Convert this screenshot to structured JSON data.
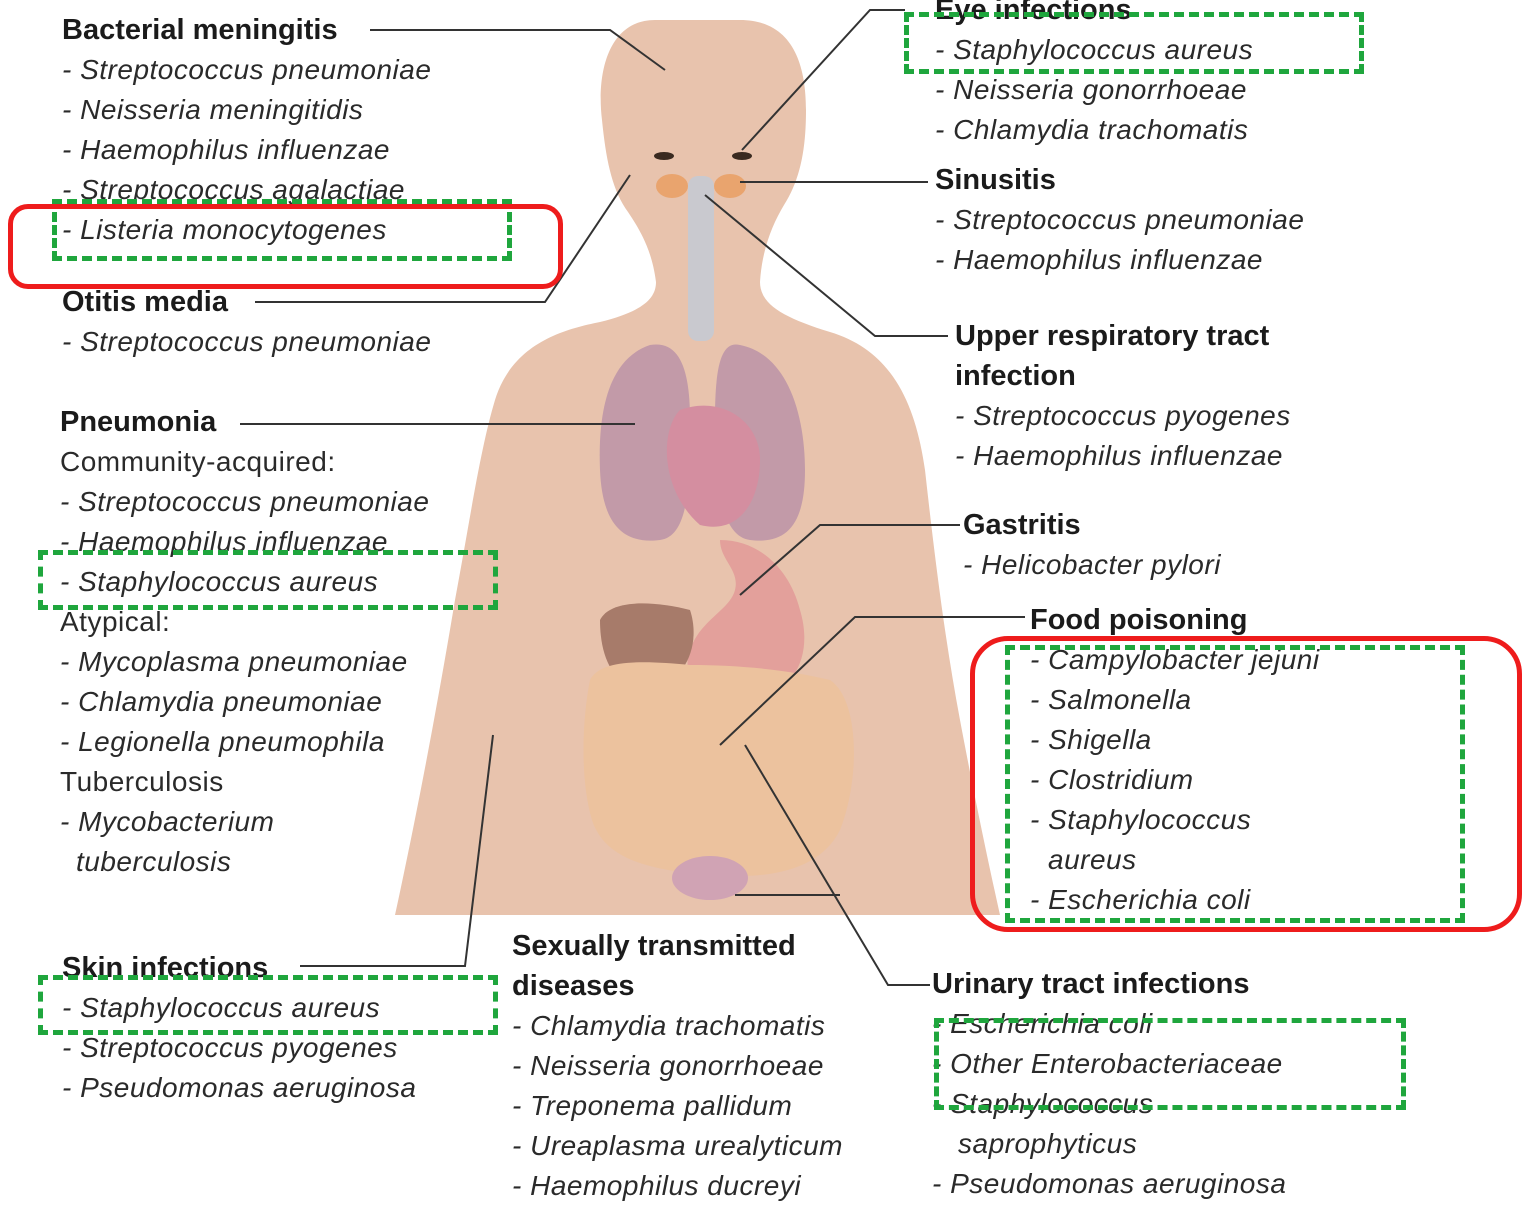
{
  "diagram": {
    "colors": {
      "skin": "#e8c3ad",
      "highlight_red": "#ee1c1c",
      "highlight_green": "#1fa63d",
      "leader": "#333333"
    },
    "infections": {
      "bacterial_meningitis": {
        "title": "Bacterial meningitis",
        "organisms": [
          "- Streptococcus pneumoniae",
          "- Neisseria meningitidis",
          "- Haemophilus influenzae",
          "- Streptococcus agalactiae",
          "- Listeria monocytogenes"
        ]
      },
      "otitis_media": {
        "title": "Otitis media",
        "organisms": [
          "- Streptococcus pneumoniae"
        ]
      },
      "pneumonia": {
        "title": "Pneumonia",
        "community_label": "Community-acquired:",
        "community": [
          "- Streptococcus pneumoniae",
          "- Haemophilus influenzae",
          "- Staphylococcus aureus"
        ],
        "atypical_label": "Atypical:",
        "atypical": [
          "- Mycoplasma pneumoniae",
          "- Chlamydia pneumoniae",
          "- Legionella pneumophila"
        ],
        "tb_label": "Tuberculosis",
        "tb": [
          "- Mycobacterium",
          "tuberculosis"
        ]
      },
      "skin_infections": {
        "title": "Skin infections",
        "organisms": [
          "- Staphylococcus aureus",
          "- Streptococcus pyogenes",
          "- Pseudomonas aeruginosa"
        ]
      },
      "eye_infections": {
        "title": "Eye infections",
        "organisms": [
          "- Staphylococcus aureus",
          "- Neisseria gonorrhoeae",
          "- Chlamydia trachomatis"
        ]
      },
      "sinusitis": {
        "title": "Sinusitis",
        "organisms": [
          "- Streptococcus pneumoniae",
          "- Haemophilus influenzae"
        ]
      },
      "upper_respiratory": {
        "title_line1": "Upper respiratory tract",
        "title_line2": "infection",
        "organisms": [
          "- Streptococcus pyogenes",
          "- Haemophilus influenzae"
        ]
      },
      "gastritis": {
        "title": "Gastritis",
        "organisms": [
          "- Helicobacter pylori"
        ]
      },
      "food_poisoning": {
        "title": "Food poisoning",
        "organisms": [
          "- Campylobacter jejuni",
          "- Salmonella",
          "- Shigella",
          "- Clostridium",
          "- Staphylococcus",
          "aureus",
          "- Escherichia coli"
        ]
      },
      "sti": {
        "title_line1": "Sexually transmitted",
        "title_line2": "diseases",
        "organisms": [
          "- Chlamydia trachomatis",
          "- Neisseria gonorrhoeae",
          "- Treponema pallidum",
          "- Ureaplasma urealyticum",
          "- Haemophilus ducreyi"
        ]
      },
      "uti": {
        "title": "Urinary tract infections",
        "organisms": [
          "- Escherichia coli",
          "- Other Enterobacteriaceae",
          "- Staphylococcus",
          "saprophyticus",
          "- Pseudomonas aeruginosa"
        ]
      }
    }
  }
}
